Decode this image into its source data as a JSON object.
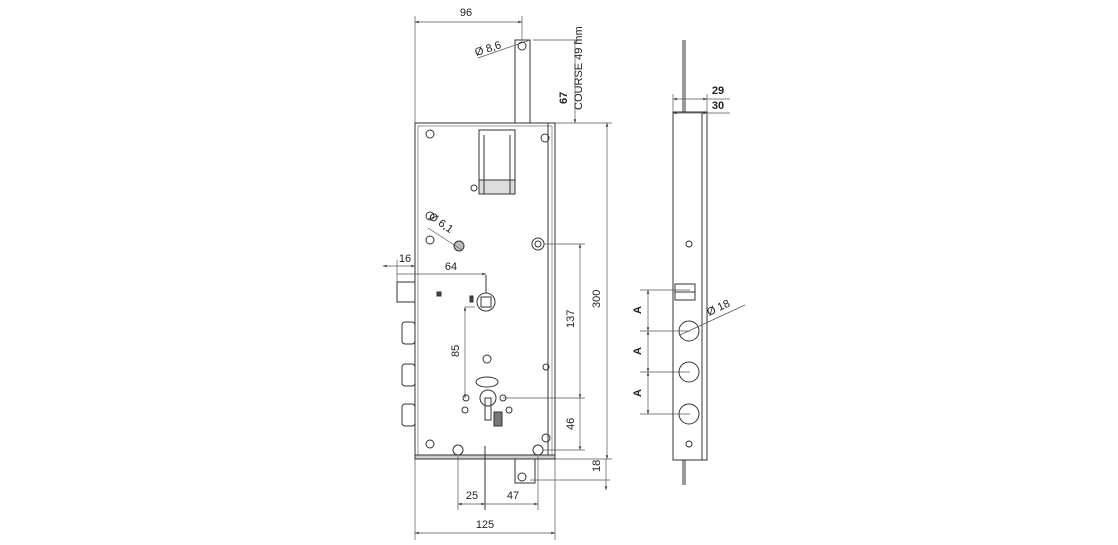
{
  "drawing": {
    "line_color": "#333333",
    "dim_color": "#555555",
    "front_view": {
      "dimensions": {
        "top_width": "96",
        "strike_hole": "Ø 8,6",
        "course": "COURSE 49 mm",
        "strike_height": "67",
        "height": "300",
        "screw_hole": "Ø 6,1",
        "side_offset": "16",
        "backset": "64",
        "spindle_to_cylinder": "85",
        "upper_hole": "137",
        "lower_hole": "46",
        "bottom_offset": "18",
        "bottom_left": "25",
        "bottom_right": "47",
        "total_width": "125"
      }
    },
    "side_view": {
      "dimensions": {
        "faceplate_29": "29",
        "faceplate_30": "30",
        "bolt_diameter": "Ø 18",
        "spacing_a1": "A",
        "spacing_a2": "A",
        "spacing_a3": "A"
      }
    }
  }
}
